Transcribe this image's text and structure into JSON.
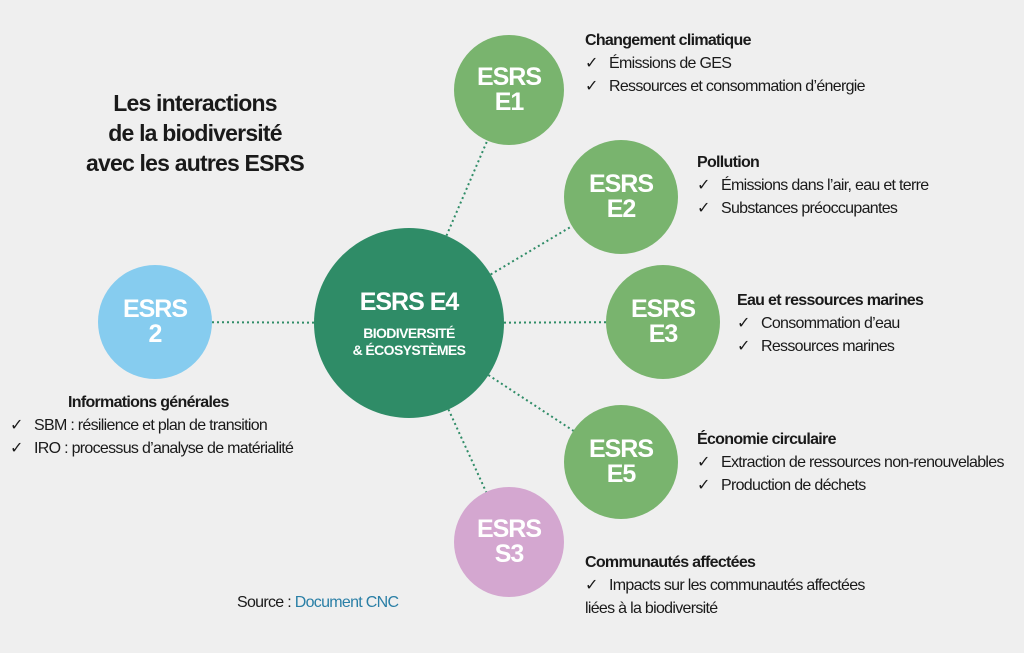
{
  "title": [
    "Les interactions",
    "de la biodiversité",
    "avec les autres ESRS"
  ],
  "center": {
    "code": "ESRS E4",
    "label1": "BIODIVERSITÉ",
    "label2": "& ÉCOSYSTÈMES"
  },
  "nodes": {
    "e1": {
      "l1": "ESRS",
      "l2": "E1",
      "heading": "Changement climatique",
      "items": [
        "Émissions de GES",
        "Ressources et consommation d’énergie"
      ]
    },
    "e2": {
      "l1": "ESRS",
      "l2": "E2",
      "heading": "Pollution",
      "items": [
        "Émissions dans l’air, eau et terre",
        "Substances préoccupantes"
      ]
    },
    "e3": {
      "l1": "ESRS",
      "l2": "E3",
      "heading": "Eau et ressources marines",
      "items": [
        "Consommation d’eau",
        "Ressources marines"
      ]
    },
    "e5": {
      "l1": "ESRS",
      "l2": "E5",
      "heading": "Économie circulaire",
      "items": [
        "Extraction de ressources non-renouvelables",
        "Production de déchets"
      ]
    },
    "s3": {
      "l1": "ESRS",
      "l2": "S3",
      "heading": "Communautés affectées",
      "items": [
        "Impacts sur les communautés affectées",
        "liées à la biodiversité"
      ]
    },
    "esrs2": {
      "l1": "ESRS",
      "l2": "2",
      "heading": "Informations générales",
      "items": [
        "SBM : résilience et plan de transition",
        "IRO : processus d’analyse de matérialité"
      ]
    }
  },
  "check": "✓",
  "source": {
    "label": "Source : ",
    "link": "Document CNC"
  },
  "colors": {
    "center": "#2f8c67",
    "green": "#79b46e",
    "blue": "#86ccef",
    "pink": "#d4a7d0",
    "link": "#2a7fa6"
  }
}
